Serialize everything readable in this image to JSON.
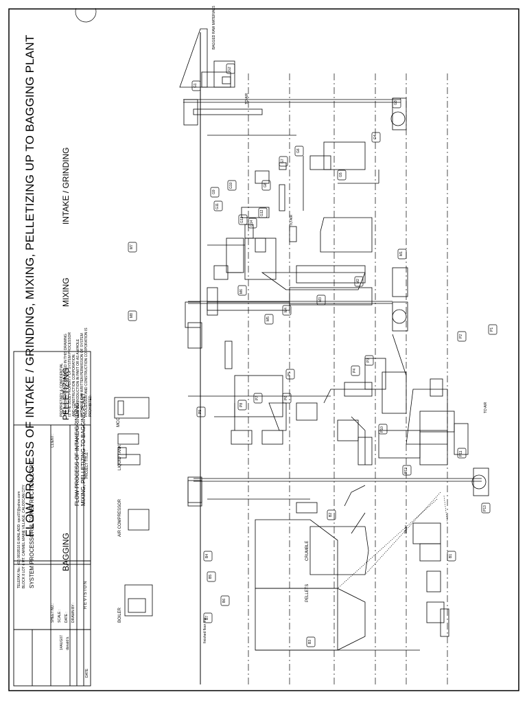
{
  "drawing": {
    "main_title": "FLOW PROCESS OF INTAKE / GRINDING, MIXING, PELLETIZING UP TO BAGGING PLANT",
    "sections": {
      "intake": "INTAKE / GRINDING",
      "mixing": "MIXING",
      "pelletizing": "PELLETIZING",
      "bagging": "BAGGING"
    },
    "notes": {
      "raw_materials": "BAGGED RAW MATERIALS",
      "to_air": "TO AIR",
      "finished_floor": "finished floor line",
      "mixer": "Mixer"
    },
    "equipment_labels": [
      "G1",
      "G2",
      "G3",
      "G4",
      "G5",
      "G6",
      "G7",
      "G8",
      "G9",
      "G10",
      "G11",
      "G12",
      "G13",
      "G14",
      "M1",
      "M2",
      "M3",
      "M4",
      "M5",
      "M6",
      "M7",
      "M8",
      "P1",
      "P2",
      "P3",
      "P4",
      "P5",
      "P6",
      "P7",
      "P8",
      "P9",
      "P10",
      "P11",
      "P12",
      "P13",
      "B1",
      "B2",
      "B3",
      "B4",
      "B5",
      "B6",
      "B7"
    ],
    "bins": {
      "crumble": "CRUMBLE",
      "pellets": "PELLETS"
    },
    "utilities": {
      "mcc": "MCC",
      "liquid_tank": "LIQUID TANK",
      "air_compressor": "AIR COMPRESSOR",
      "boiler": "BOILER"
    }
  },
  "title_block": {
    "proprietary": "PROPRIETARY & CONFIDENTIAL\nTHE INFORMATION CONTAINED IN THIS DRAWING\nIS THE SOLE PROPERTY OF SYSTEM PROCESSOR\nAND CONSTRUCTION CORPORATION.\nANY REPRODUCTION IN PART OR AS A WHOLE\nWITHOUT THE WRITTEN PERMISSION OF SYSTEM\nPROCESSOR AND CONSTRUCTION CORPORATION IS\nPROHIBITED.",
    "project_title_label": "PROJECT TITLE :",
    "project_title": "FLOW PROCESS OF INTAKE/GRINDING,\nMIXING, PELLETIZING TO BAGGING PLANT",
    "client_label": "CLIENT :",
    "company": "SYSTEM PROCESSOR & CONSTRUCTION CORP.",
    "address": "BLOCK 8 LOT 6 MT. CARMEL MAINE VILLAGE, CALOOCAN CITY",
    "contact": "TELEFAX No.: (02) 9819516   E-MAIL ADD: spcc97@yahoo.com",
    "revision_label": "R E V I S I O N",
    "date_label": "DATE",
    "drawn_by_label": "DRAWN BY :",
    "drawn_by": "donald b.",
    "date_field_label": "DATE :",
    "date_value": "14AUG07",
    "scale_label": "SCALE :",
    "sheet_label": "SHEET NO.:"
  }
}
